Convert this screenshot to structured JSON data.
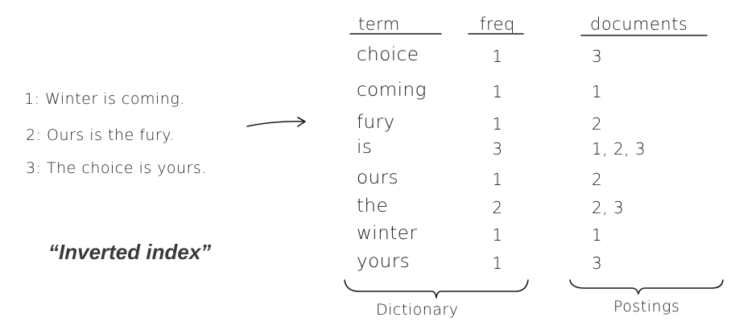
{
  "documents": [
    "1: Winter is coming.",
    "2: Ours is the fury.",
    "3: The choice is yours."
  ],
  "caption": "“Inverted index”",
  "table": {
    "headers": {
      "term": "term",
      "freq": "freq",
      "documents": "documents"
    },
    "rows": [
      {
        "term": "choice",
        "freq": "1",
        "documents": "3"
      },
      {
        "term": "coming",
        "freq": "1",
        "documents": "1"
      },
      {
        "term": "fury",
        "freq": "1",
        "documents": "2"
      },
      {
        "term": "is",
        "freq": "3",
        "documents": "1, 2, 3"
      },
      {
        "term": "ours",
        "freq": "1",
        "documents": "2"
      },
      {
        "term": "the",
        "freq": "2",
        "documents": "2, 3"
      },
      {
        "term": "winter",
        "freq": "1",
        "documents": "1"
      },
      {
        "term": "yours",
        "freq": "1",
        "documents": "3"
      }
    ]
  },
  "labels": {
    "dictionary": "Dictionary",
    "postings": "Postings"
  }
}
